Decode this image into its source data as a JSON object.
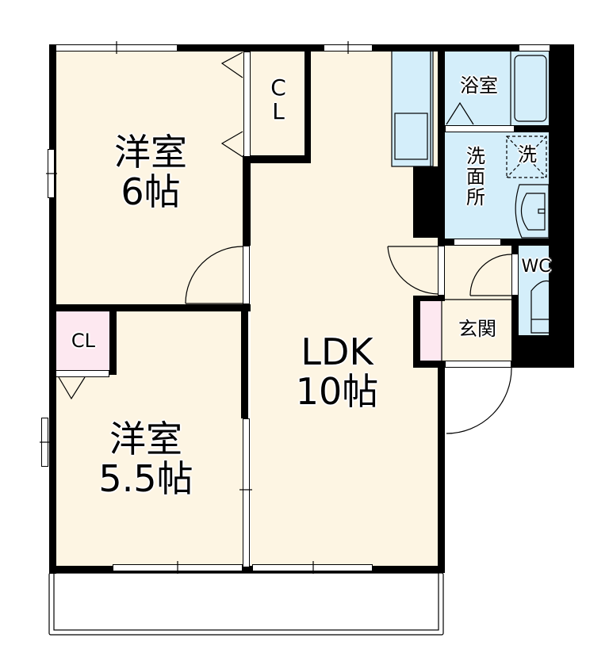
{
  "floorplan": {
    "rooms": [
      {
        "id": "western-room-1",
        "name": "洋室",
        "size": "6帖"
      },
      {
        "id": "closet-1",
        "name_line1": "C",
        "name_line2": "L"
      },
      {
        "id": "western-room-2",
        "name": "洋室",
        "size": "5.5帖"
      },
      {
        "id": "closet-2",
        "name": "CL"
      },
      {
        "id": "ldk",
        "name": "LDK",
        "size": "10帖"
      },
      {
        "id": "bathroom",
        "name": "浴室"
      },
      {
        "id": "washroom",
        "name_line1": "洗",
        "name_line2": "面",
        "name_line3": "所"
      },
      {
        "id": "washer-space",
        "name": "洗"
      },
      {
        "id": "toilet",
        "name": "WC"
      },
      {
        "id": "entrance",
        "name": "玄関"
      }
    ],
    "colors": {
      "room_fill": "#fdf5e3",
      "closet_fill": "#fde8f0",
      "wet_area_fill": "#d4eefa",
      "wall": "#000000"
    }
  }
}
